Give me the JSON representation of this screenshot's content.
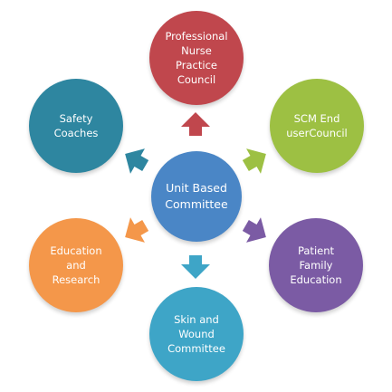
{
  "diagram": {
    "center": {
      "label": "Unit Based\nCommittee",
      "color": "#4a86c6"
    },
    "nodes": [
      {
        "id": "professional-nurse-practice-council",
        "label": "Professional\nNurse\nPractice\nCouncil",
        "color": "#c0474d"
      },
      {
        "id": "scm-end-user-council",
        "label": "SCM End\nuserCouncil",
        "color": "#9dc043"
      },
      {
        "id": "patient-family-education",
        "label": "Patient\nFamily\nEducation",
        "color": "#7b5ba4"
      },
      {
        "id": "skin-and-wound-committee",
        "label": "Skin and\nWound\nCommittee",
        "color": "#3ea5c7"
      },
      {
        "id": "education-and-research",
        "label": "Education\nand\nResearch",
        "color": "#f4974a"
      },
      {
        "id": "safety-coaches",
        "label": "Safety\nCoaches",
        "color": "#2e86a0"
      }
    ],
    "arrow_colors": {
      "up": "#c0474d",
      "upper-right": "#9dc043",
      "lower-right": "#7b5ba4",
      "down": "#3ea5c7",
      "lower-left": "#f4974a",
      "upper-left": "#2e86a0"
    }
  }
}
